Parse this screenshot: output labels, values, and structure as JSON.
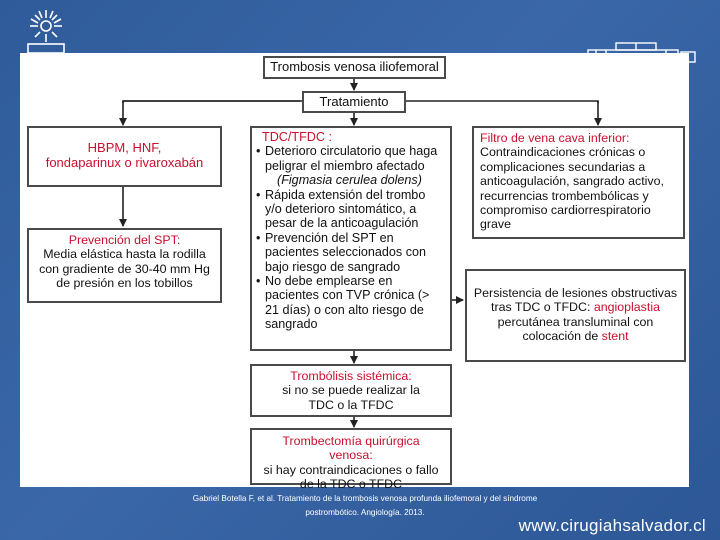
{
  "diagram": {
    "title": "Trombosis venosa iliofemoral",
    "treatment": "Tratamiento",
    "left_top": {
      "line1": "HBPM, HNF,",
      "line2": "fondaparinux o rivaroxabán"
    },
    "left_bottom": {
      "heading": "Prevención del SPT:",
      "body": "Media elástica hasta la rodilla con gradiente de 30-40 mm Hg de presión en los tobillos"
    },
    "center": {
      "heading": "TDC/TFDC :",
      "item1": "Deterioro circulatorio que haga peligrar el miembro afectado",
      "item1_note": "(Figmasia cerulea dolens)",
      "item2": "Rápida extensión del trombo y/o deterioro sintomático, a pesar de la anticoagulación",
      "item3": "Prevención del SPT en pacientes seleccionados con bajo riesgo de sangrado",
      "item4": "No debe emplearse en pacientes con TVP crónica (> 21 días) o con alto riesgo de sangrado"
    },
    "right_top": {
      "heading": "Filtro de vena cava inferior:",
      "body": "Contraindicaciones crónicas o complicaciones secundarias a anticoagulación, sangrado activo, recurrencias trombembólicas y compromiso cardiorrespiratorio grave"
    },
    "right_bottom": {
      "part1": "Persistencia de lesiones obstructivas tras TDC o TFDC: ",
      "part2": "angioplastia",
      "part3": " percutánea transluminal con colocación de ",
      "part4": "stent"
    },
    "thrombolysis": {
      "heading": "Trombólisis sistémica:",
      "body": "si no se puede realizar la TDC o la TFDC"
    },
    "thrombectomy": {
      "heading": "Trombectomía quirúrgica venosa:",
      "body": "si hay contraindicaciones o fallo de la TDC o TFDC"
    }
  },
  "citation": {
    "line1": "Gabriel Botella F, et al. Tratamiento de la trombosis venosa profunda iliofemoral y del síndrome",
    "line2": "postrombótico. Angiología. 2013."
  },
  "website": "www.cirugiahsalvador.cl",
  "colors": {
    "background": "#2f5b9a",
    "accent_red": "#c8102e",
    "box_border": "#4a4a4a"
  }
}
